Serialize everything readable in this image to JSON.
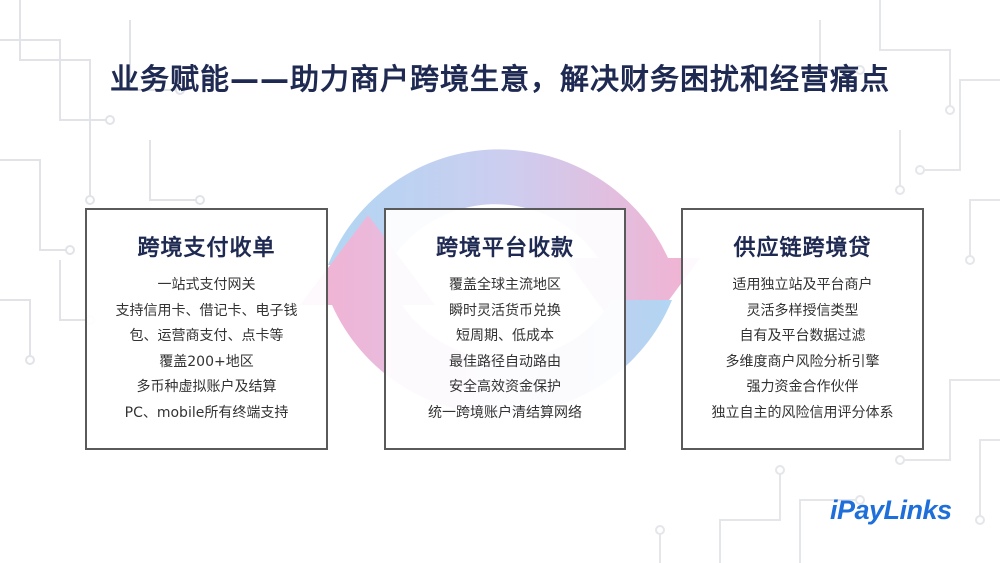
{
  "title": "业务赋能——助力商户跨境生意，解决财务困扰和经营痛点",
  "cards": [
    {
      "title": "跨境支付收单",
      "items": [
        "一站式支付网关",
        "支持信用卡、借记卡、电子钱",
        "包、运营商支付、点卡等",
        "覆盖200+地区",
        "多币种虚拟账户及结算",
        "PC、mobile所有终端支持"
      ]
    },
    {
      "title": "跨境平台收款",
      "items": [
        "覆盖全球主流地区",
        "瞬时灵活货币兑换",
        "短周期、低成本",
        "最佳路径自动路由",
        "安全高效资金保护",
        "统一跨境账户清结算网络"
      ]
    },
    {
      "title": "供应链跨境贷",
      "items": [
        "适用独立站及平台商户",
        "灵活多样授信类型",
        "自有及平台数据过滤",
        "多维度商户风险分析引擎",
        "强力资金合作伙伴",
        "独立自主的风险信用评分体系"
      ]
    }
  ],
  "logo": "iPayLinks",
  "colors": {
    "title": "#1f2a52",
    "arrow_pink": "#f3a9cc",
    "arrow_blue": "#a9d2f2",
    "logo": "#1e6fd9"
  }
}
